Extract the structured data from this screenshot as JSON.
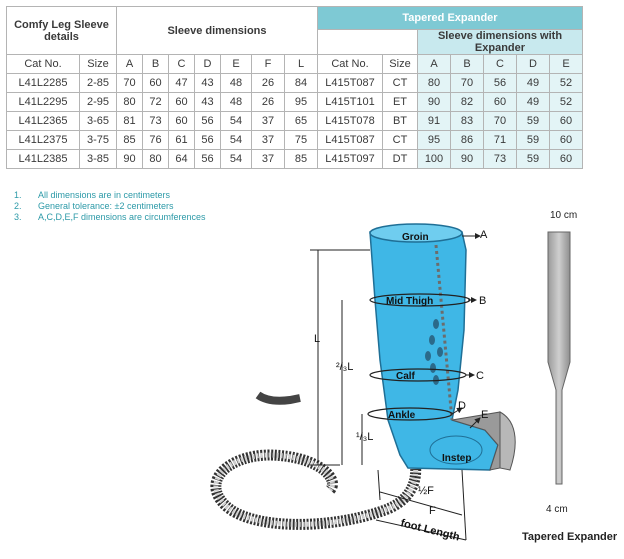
{
  "table": {
    "group_headers": {
      "details": "Comfy Leg Sleeve details",
      "sleeve_dimensions": "Sleeve dimensions",
      "tapered_expander": "Tapered Expander",
      "with_expander": "Sleeve dimensions with Expander"
    },
    "columns": [
      "Cat No.",
      "Size",
      "A",
      "B",
      "C",
      "D",
      "E",
      "F",
      "L",
      "Cat No.",
      "Size",
      "A",
      "B",
      "C",
      "D",
      "E"
    ],
    "rows": [
      [
        "L41L2285",
        "2-85",
        "70",
        "60",
        "47",
        "43",
        "48",
        "26",
        "84",
        "L415T087",
        "CT",
        "80",
        "70",
        "56",
        "49",
        "52"
      ],
      [
        "L41L2295",
        "2-95",
        "80",
        "72",
        "60",
        "43",
        "48",
        "26",
        "95",
        "L415T101",
        "ET",
        "90",
        "82",
        "60",
        "49",
        "52"
      ],
      [
        "L41L2365",
        "3-65",
        "81",
        "73",
        "60",
        "56",
        "54",
        "37",
        "65",
        "L415T078",
        "BT",
        "91",
        "83",
        "70",
        "59",
        "60"
      ],
      [
        "L41L2375",
        "3-75",
        "85",
        "76",
        "61",
        "56",
        "54",
        "37",
        "75",
        "L415T087",
        "CT",
        "95",
        "86",
        "71",
        "59",
        "60"
      ],
      [
        "L41L2385",
        "3-85",
        "90",
        "80",
        "64",
        "56",
        "54",
        "37",
        "85",
        "L415T097",
        "DT",
        "100",
        "90",
        "73",
        "59",
        "60"
      ]
    ]
  },
  "notes": [
    {
      "num": "1.",
      "text": "All dimensions are in centimeters"
    },
    {
      "num": "2.",
      "text": "General tolerance: ±2 centimeters"
    },
    {
      "num": "3.",
      "text": "A,C,D,E,F dimensions are circumferences"
    }
  ],
  "figure": {
    "labels": {
      "groin": "Groin",
      "mid_thigh": "Mid Thigh",
      "calf": "Calf",
      "ankle": "Ankle",
      "instep": "Instep",
      "L": "L",
      "two_thirds_L": "²/₃L",
      "one_third_L": "¹/₃L",
      "half_F": "½F",
      "foot_length": "foot Length",
      "A": "A",
      "B": "B",
      "C": "C",
      "D": "D",
      "E": "E",
      "F": "F"
    },
    "expander": {
      "top_width": "10 cm",
      "bottom_width": "4 cm",
      "title": "Tapered Expander"
    }
  },
  "colors": {
    "teal_header": "#7ec9d4",
    "teal_sub": "#c8e9ee",
    "teal_cell": "#e3f4f6",
    "sleeve_blue": "#3fb7e6",
    "note_text": "#2d9aa8"
  }
}
